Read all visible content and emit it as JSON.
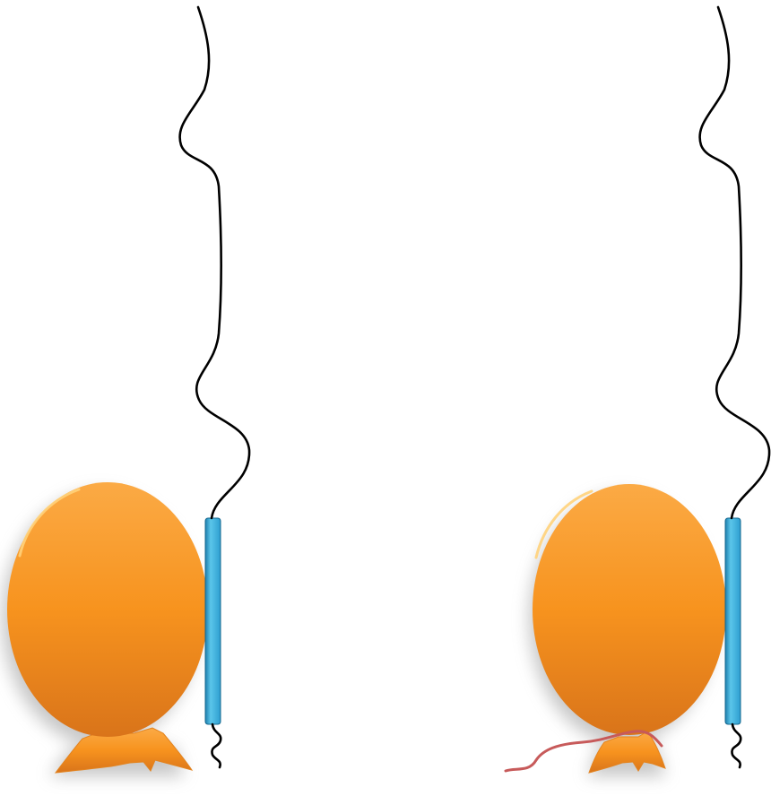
{
  "diagram": {
    "panels": [
      {
        "id": "left",
        "parts": [
          "orange-balloon-body",
          "orange-foot",
          "blue-bar",
          "black-string"
        ],
        "extra_strand": false
      },
      {
        "id": "right",
        "parts": [
          "orange-balloon-body",
          "orange-foot",
          "blue-bar",
          "black-string",
          "red-strand"
        ],
        "extra_strand": true
      }
    ]
  },
  "colors": {
    "body_orange_light": "#fbaa45",
    "body_orange": "#f7931e",
    "body_orange_dark": "#d9741a",
    "bar_blue_light": "#5bc6ea",
    "bar_blue": "#2d9ed0",
    "bar_blue_dark": "#1e7fae",
    "string_black": "#000000",
    "strand_red": "#c75a5a",
    "shadow_gray": "#9a9a9a"
  }
}
